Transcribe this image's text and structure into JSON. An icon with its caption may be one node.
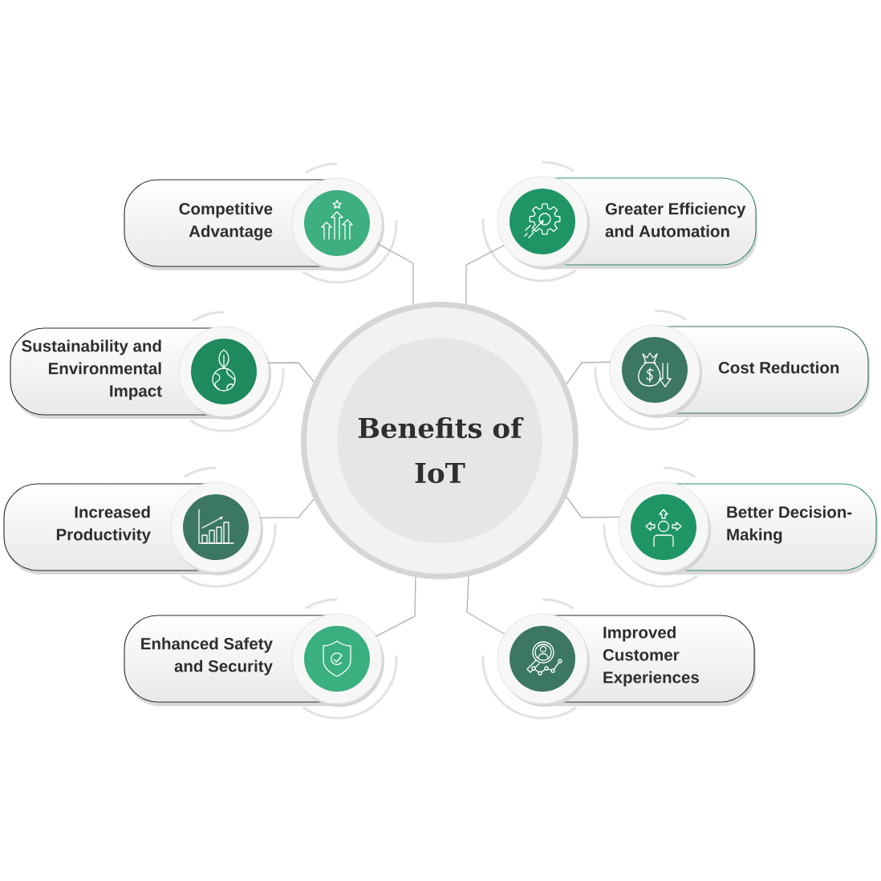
{
  "diagram": {
    "nodes": [
      {
        "text": [
          "Benefits of IoT"
        ]
      },
      {
        "text": [
          "Competitive Advantage"
        ]
      },
      {
        "text": [],
        "shape": "circle"
      },
      {
        "text": [
          "Greater Efficiency and Automation"
        ]
      },
      {
        "text": [],
        "shape": "circle"
      },
      {
        "text": [
          "Sustainability and Environmental Impact"
        ]
      },
      {
        "text": [],
        "shape": "circle"
      },
      {
        "text": [
          "Cost Reduction"
        ]
      },
      {
        "text": [],
        "shape": "circle"
      },
      {
        "text": [
          "Increased Productivity"
        ]
      },
      {
        "text": [],
        "shape": "circle"
      },
      {
        "text": [
          "Better Decision-Making"
        ]
      },
      {
        "text": [],
        "shape": "circle"
      },
      {
        "text": [
          "Enhanced Safety and Security"
        ]
      },
      {
        "text": [],
        "shape": "circle"
      },
      {
        "text": [
          "Improved Customer Experiences"
        ]
      },
      {
        "text": [],
        "shape": "circle"
      }
    ],
    "edges": [
      {
        "from": 0,
        "to": 2,
        "arrow": "none"
      },
      {
        "from": 0,
        "to": 4,
        "arrow": "none"
      },
      {
        "from": 0,
        "to": 6,
        "arrow": "none"
      },
      {
        "from": 0,
        "to": 8,
        "arrow": "none"
      },
      {
        "from": 0,
        "to": 10,
        "arrow": "none"
      },
      {
        "from": 0,
        "to": 12,
        "arrow": "none"
      },
      {
        "from": 0,
        "to": 14,
        "arrow": "none"
      },
      {
        "from": 0,
        "to": 16,
        "arrow": "none"
      }
    ]
  }
}
